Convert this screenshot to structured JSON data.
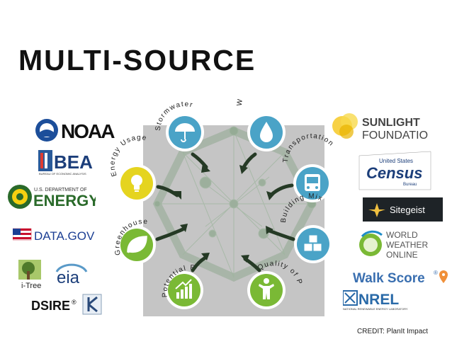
{
  "slide": {
    "title": "MULTI-SOURCE",
    "credit": "CREDIT: PlanIt Impact"
  },
  "hub": {
    "nodes": [
      {
        "label": "Stormwater",
        "icon": "umbrella-icon",
        "color": "#4aa3c7"
      },
      {
        "label": "Water Usage",
        "icon": "water-drop-icon",
        "color": "#4aa3c7"
      },
      {
        "label": "Transportation",
        "icon": "bus-icon",
        "color": "#4aa3c7"
      },
      {
        "label": "Building Mix",
        "icon": "cubes-icon",
        "color": "#4aa3c7"
      },
      {
        "label": "Quality of Place",
        "icon": "person-icon",
        "color": "#7ab935"
      },
      {
        "label": "Potential ROI",
        "icon": "chart-growth-icon",
        "color": "#7ab935"
      },
      {
        "label": "Greenhouse Gas",
        "icon": "leaf-icon",
        "color": "#7ab935"
      },
      {
        "label": "Energy Usage",
        "icon": "lightbulb-icon",
        "color": "#e5d41f"
      }
    ]
  },
  "logos": {
    "noaa": "NOAA",
    "bea": "BEA",
    "bea_sub": "BUREAU OF ECONOMIC ANALYSIS",
    "doe_small": "U.S. DEPARTMENT OF",
    "doe": "ENERGY",
    "datagov": "DATA.GOV",
    "itree": "i-Tree",
    "eia": "eia",
    "dsire": "DSIRE",
    "sunlight_1": "SUNLIGHT",
    "sunlight_2": "FOUNDATION",
    "census_1": "United States",
    "census_2": "Census",
    "census_3": "Bureau",
    "sitegeist": "Sitegeist",
    "wwo_1": "WORLD",
    "wwo_2": "WEATHER",
    "wwo_3": "ONLINE",
    "walkscore": "Walk Score",
    "nrel": "NREL",
    "nrel_sub": "NATIONAL RENEWABLE ENERGY LABORATORY"
  },
  "colors": {
    "blue_node": "#4aa3c7",
    "green_node": "#7ab935",
    "yellow_node": "#e5d41f",
    "arrow": "#253a25",
    "panel": "#c5c5c5",
    "ring": "#8fa88f"
  }
}
